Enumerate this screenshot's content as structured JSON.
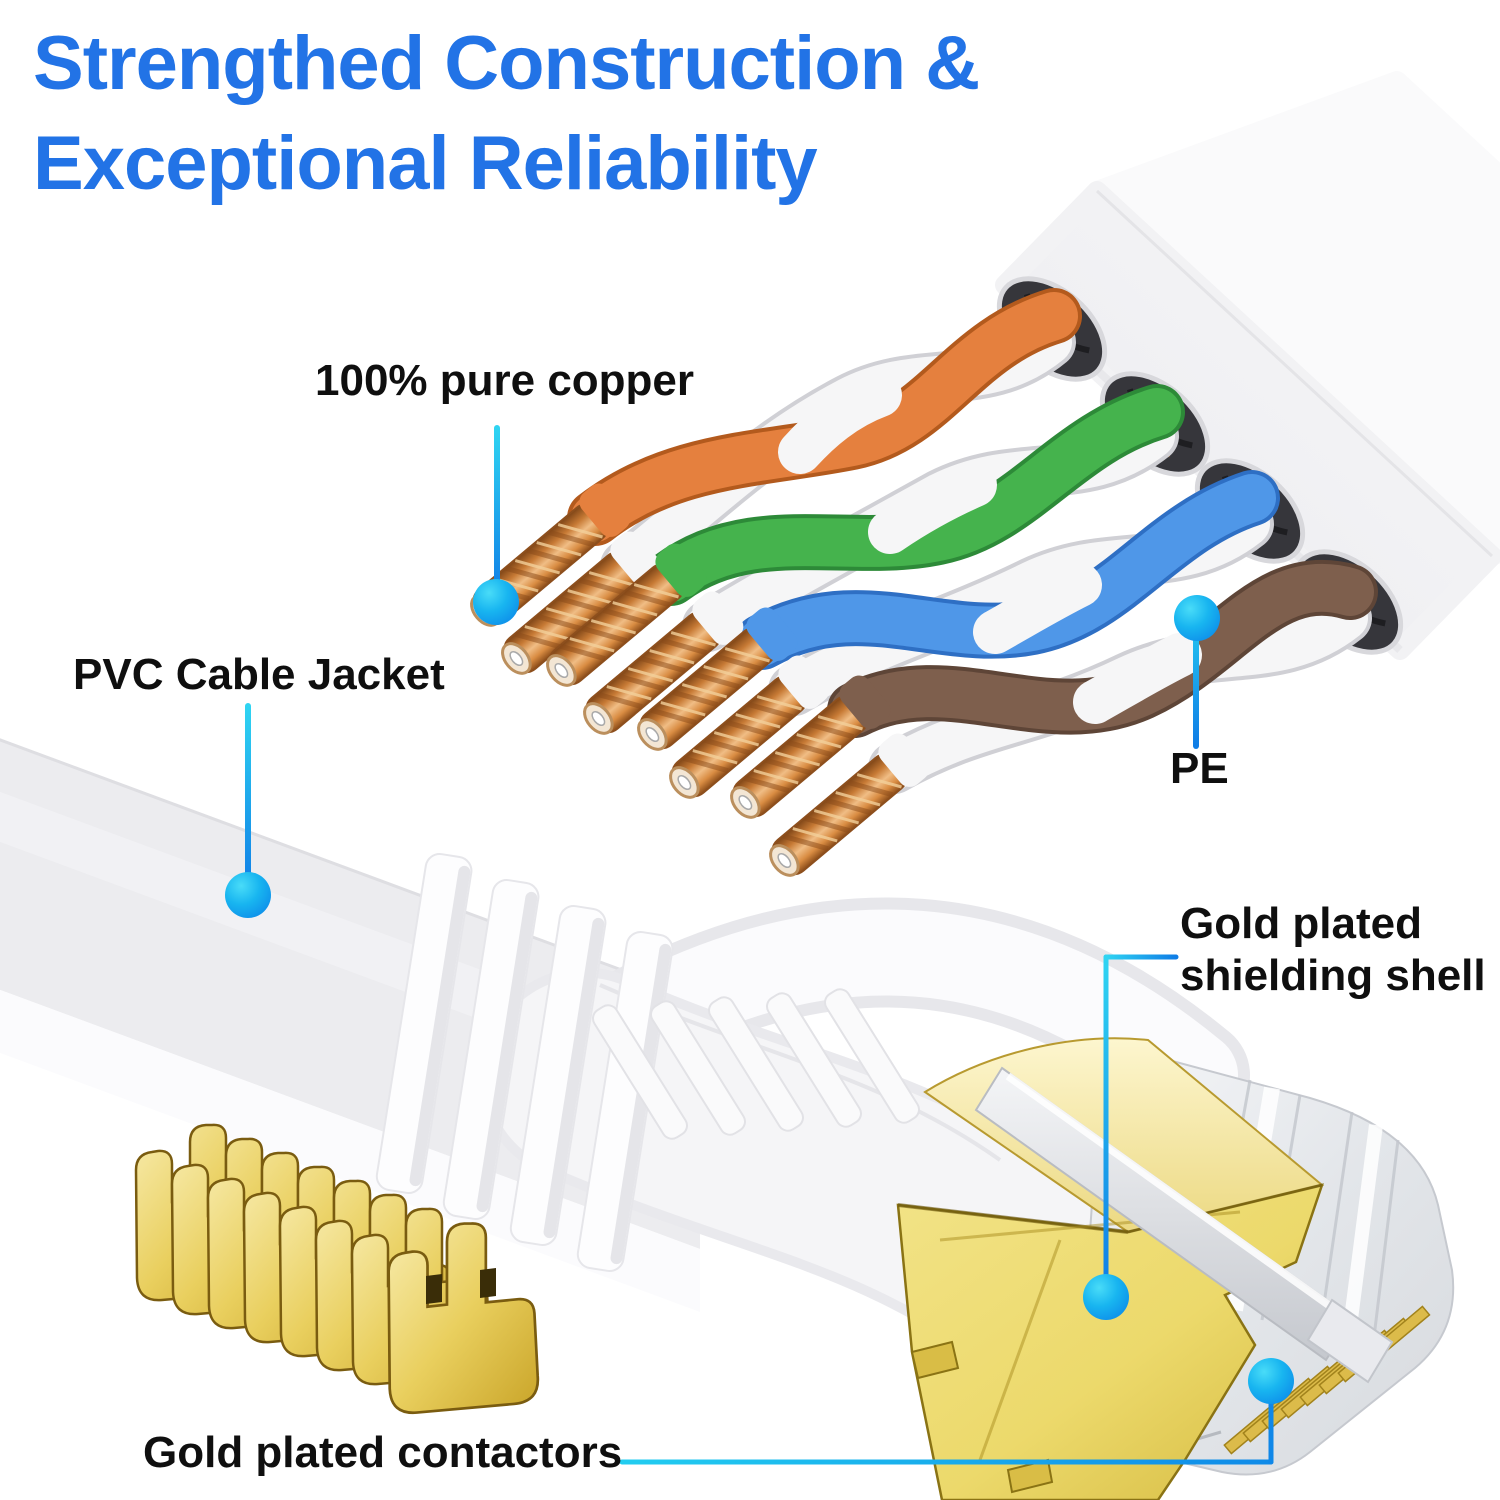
{
  "title": {
    "line1": "Strengthed Construction &",
    "line2": "Exceptional Reliability",
    "color": "#2273e6"
  },
  "labels": {
    "pure_copper": "100% pure copper",
    "cable_jacket": "PVC Cable Jacket",
    "pe": "PE",
    "shielding_shell_line1": "Gold plated",
    "shielding_shell_line2": "shielding shell",
    "contactors": "Gold plated contactors"
  },
  "colors": {
    "title_blue": "#2273e6",
    "label_text": "#0f0f0f",
    "callout_cyan": "#2fd4f2",
    "callout_blue": "#0e7ce6",
    "wire_orange": "#e5803e",
    "wire_green": "#45b34d",
    "wire_blue": "#4f97e8",
    "wire_brown": "#7e5f4d",
    "wire_white": "#f6f6f7",
    "copper": "#c77a35",
    "gold": "#e9cf5e",
    "jacket_white": "#f2f2f4"
  }
}
